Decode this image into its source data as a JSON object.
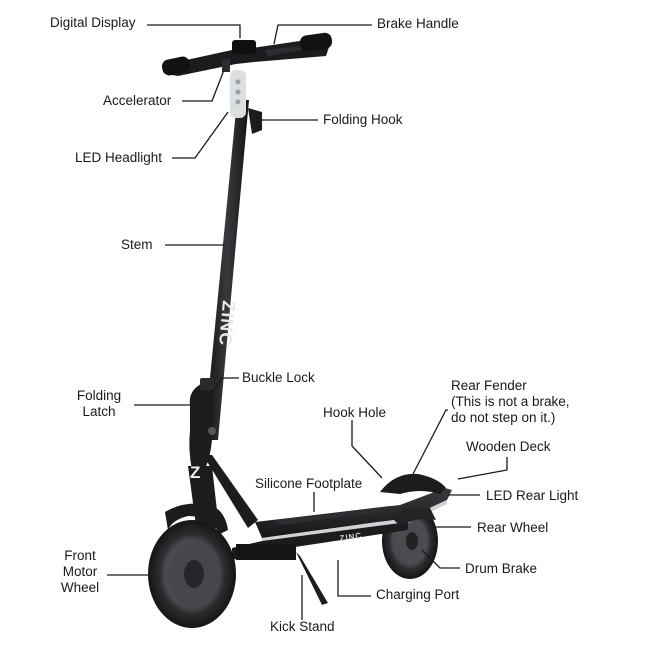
{
  "labels": {
    "digital_display": "Digital Display",
    "brake_handle": "Brake Handle",
    "accelerator": "Accelerator",
    "folding_hook": "Folding Hook",
    "led_headlight": "LED Headlight",
    "stem": "Stem",
    "buckle_lock": "Buckle Lock",
    "folding_latch": [
      "Folding",
      "Latch"
    ],
    "rear_fender": [
      "Rear Fender",
      "(This is not a brake,",
      "do not step on it.)"
    ],
    "hook_hole": "Hook Hole",
    "wooden_deck": "Wooden Deck",
    "silicone_footplate": "Silicone Footplate",
    "led_rear_light": "LED Rear Light",
    "rear_wheel": "Rear Wheel",
    "front_motor_wheel": [
      "Front",
      "Motor",
      "Wheel"
    ],
    "drum_brake": "Drum Brake",
    "charging_port": "Charging Port",
    "kick_stand": "Kick Stand"
  },
  "branding": {
    "stem_logo": "ZINC",
    "deck_logo": "ZINC",
    "fork_logo": "Z"
  },
  "colors": {
    "frame": "#1c1c1e",
    "tire": "#2a2a2c",
    "hub": "#3a3a3d",
    "deck_edge": "#cfd3d6",
    "leader": "#1a1a1a"
  }
}
